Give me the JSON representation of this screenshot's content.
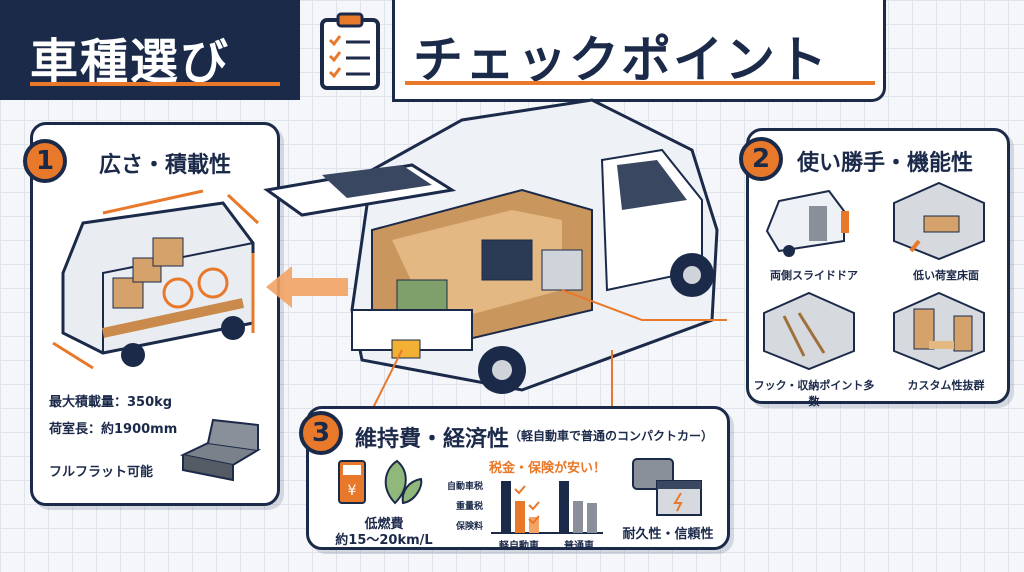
{
  "header": {
    "title_left": "車種選び",
    "title_right": "チェックポイント",
    "icon": "clipboard-checklist-icon"
  },
  "section1": {
    "number": "1",
    "title": "広さ・積載性",
    "max_load": "最大積載量：350kg",
    "cargo_length": "荷室長：約1900mm",
    "full_flat": "フルフラット可能"
  },
  "section2": {
    "number": "2",
    "title": "使い勝手・機能性",
    "features": [
      {
        "label": "両側スライドドア"
      },
      {
        "label": "低い荷室床面"
      },
      {
        "label": "フック・収納ポイント多数"
      },
      {
        "label": "カスタム性抜群"
      }
    ]
  },
  "section3": {
    "number": "3",
    "title": "維持費・経済性",
    "subtitle": "（軽自動車で普通のコンパクトカー）",
    "fuel_label": "低燃費",
    "fuel_value": "約15〜20km/L",
    "tax_headline": "税金・保険が安い！",
    "rows": [
      "自動車税",
      "重量税",
      "保険料"
    ],
    "categories": [
      "軽自動車",
      "普通車"
    ],
    "durability": "耐久性・信頼性"
  },
  "colors": {
    "navy": "#1c2a4a",
    "orange": "#e8782a"
  }
}
